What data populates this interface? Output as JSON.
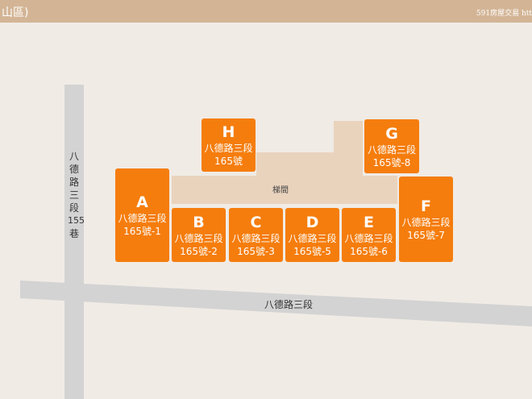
{
  "header": {
    "title": "山區)",
    "brand": "591房屋交易 htt"
  },
  "roads": {
    "vertical": [
      "八",
      "德",
      "路",
      "三",
      "段",
      "155",
      "巷"
    ],
    "horizontal": "八德路三段"
  },
  "stairwell": "梯間",
  "units": [
    {
      "letter": "H",
      "street": "八德路三段",
      "number": "165號"
    },
    {
      "letter": "G",
      "street": "八德路三段",
      "number": "165號-8"
    },
    {
      "letter": "A",
      "street": "八德路三段",
      "number": "165號-1"
    },
    {
      "letter": "B",
      "street": "八德路三段",
      "number": "165號-2"
    },
    {
      "letter": "C",
      "street": "八德路三段",
      "number": "165號-3"
    },
    {
      "letter": "D",
      "street": "八德路三段",
      "number": "165號-5"
    },
    {
      "letter": "E",
      "street": "八德路三段",
      "number": "165號-6"
    },
    {
      "letter": "F",
      "street": "八德路三段",
      "number": "165號-7"
    }
  ],
  "watermark": "591房屋交易",
  "colors": {
    "header": "#d3b596",
    "unit": "#f57d0d",
    "stair": "#ead3bd",
    "road": "#d3d3d3"
  }
}
